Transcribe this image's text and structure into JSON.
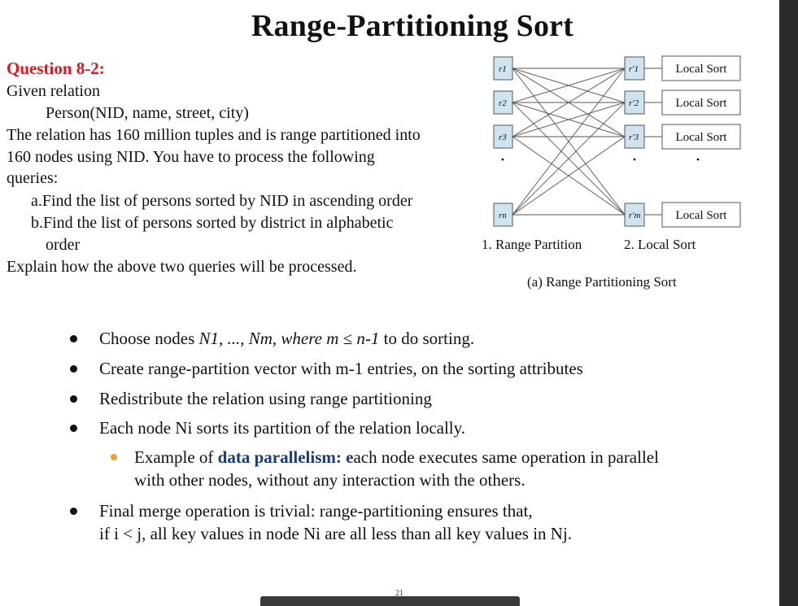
{
  "title": "Range-Partitioning Sort",
  "question": {
    "heading": "Question 8-2:",
    "lines": [
      "Given relation",
      "Person(NID, name, street, city)",
      "The relation has 160 million tuples and is range partitioned into",
      "160 nodes using NID. You have to process the following",
      "queries:",
      "a.Find the list of persons sorted by NID in ascending order",
      "b.Find the list of persons sorted by district in alphabetic",
      "order",
      "Explain how the above two queries will be processed."
    ]
  },
  "diagram": {
    "left_nodes": [
      "r1",
      "r2",
      "r3",
      "rn"
    ],
    "right_nodes": [
      "r′1",
      "r′2",
      "r′3",
      "r′m"
    ],
    "local_sort_label": "Local Sort",
    "step1": "1. Range Partition",
    "step2": "2. Local Sort",
    "caption": "(a) Range Partitioning Sort"
  },
  "bullets": [
    {
      "pre": "Choose nodes ",
      "math": "N1, ..., Nm, where m ≤ n-1",
      "post": " to do sorting."
    },
    {
      "text": "Create range-partition vector with m-1 entries, on the sorting attributes"
    },
    {
      "text": "Redistribute the relation using range partitioning"
    },
    {
      "text": "Each node Ni sorts its partition of the relation locally."
    },
    {
      "sub_pre": "Example of ",
      "sub_bold": "data parallelism: e",
      "sub_post": "ach node executes same operation in parallel",
      "sub_line2": "with other nodes, without any interaction with the others."
    },
    {
      "line1": "Final merge operation is trivial: range-partitioning ensures that,",
      "line2": "if i < j, all key values in node Ni are all less than all key values in Nj."
    }
  ],
  "page_number": "21"
}
